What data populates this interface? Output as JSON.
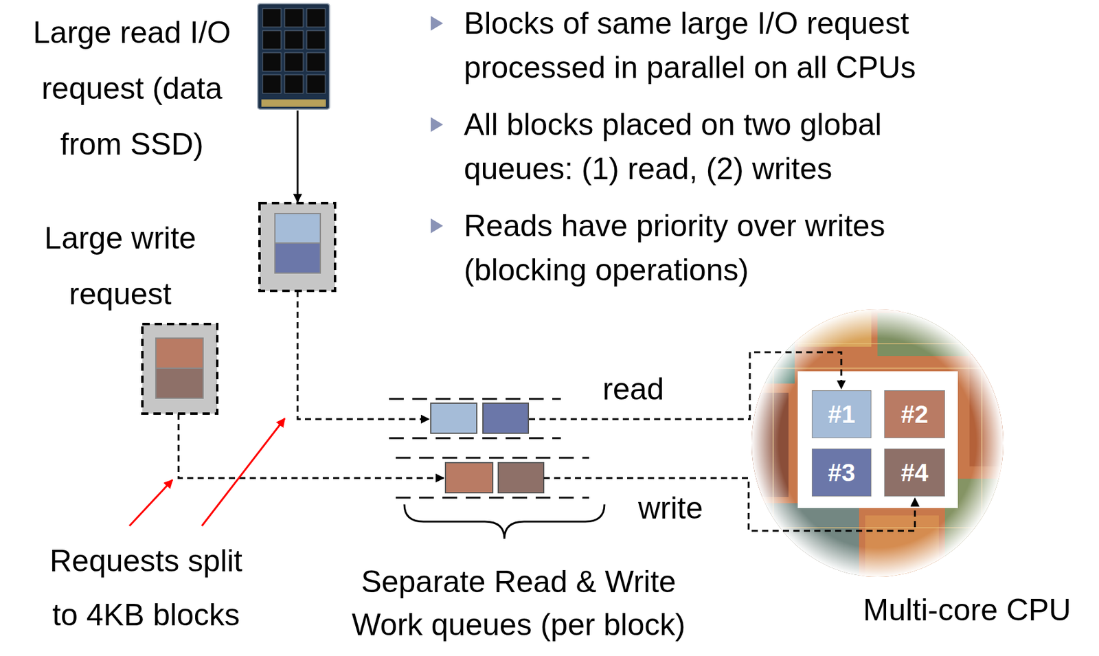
{
  "diagram": {
    "nodes": [
      {
        "text": [
          "#1"
        ]
      },
      {
        "text": [
          "#2"
        ]
      },
      {
        "text": [
          "#3"
        ]
      },
      {
        "text": [
          "#4"
        ]
      }
    ],
    "labels": [
      "Large read I/O request (data from SSD)",
      "Blocks of same large I/O request processed in parallel on all CPUs",
      "All blocks placed on two global queues: (1) read, (2) writes",
      "Reads have priority over writes (blocking operations)",
      "Large write request",
      "read",
      "write",
      "Requests split to 4KB blocks",
      "Separate Read & Write Work  queues (per block)",
      "Multi-core CPU"
    ]
  }
}
